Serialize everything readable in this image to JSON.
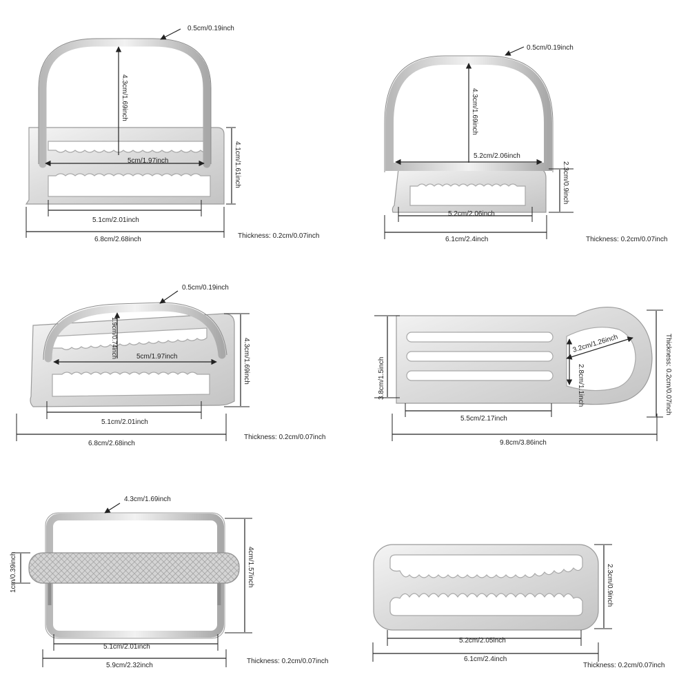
{
  "colors": {
    "metal_light": "#eeeeee",
    "metal_mid": "#d2d2d2",
    "metal_dark": "#a9a9a9",
    "line": "#222222"
  },
  "buckles": [
    {
      "id": "d-ring-buckle-a",
      "labels": {
        "ring_diameter": "0.5cm/0.19inch",
        "ring_height": "4.3cm/1.69inch",
        "plate_height": "4.1cm/1.61inch",
        "ring_width": "5cm/1.97inch",
        "slot_width": "5.1cm/2.01inch",
        "total_width": "6.8cm/2.68inch",
        "thickness": "Thickness: 0.2cm/0.07inch"
      }
    },
    {
      "id": "d-ring-buckle-b",
      "labels": {
        "ring_diameter": "0.5cm/0.19inch",
        "ring_height": "4.3cm/1.69inch",
        "ring_width": "5.2cm/2.06inch",
        "plate_height": "2.3cm/0.9inch",
        "slot_width": "5.2cm/2.06inch",
        "total_width": "6.1cm/2.4inch",
        "thickness": "Thickness: 0.2cm/0.07inch"
      }
    },
    {
      "id": "bent-d-ring-buckle",
      "labels": {
        "ring_diameter": "0.5cm/0.19inch",
        "ring_height": "1.9cm/0.74inch",
        "plate_height": "4.3cm/1.69inch",
        "ring_width": "5cm/1.97inch",
        "slot_width": "5.1cm/2.01inch",
        "total_width": "6.8cm/2.68inch",
        "thickness": "Thickness: 0.2cm/0.07inch"
      }
    },
    {
      "id": "crotch-strap-plate",
      "labels": {
        "plate_height": "3.8cm/1.5inch",
        "loop_length": "3.2cm/1.26inch",
        "loop_height": "2.8cm/1.1inch",
        "slot_width": "5.5cm/2.17inch",
        "total_width": "9.8cm/3.86inch",
        "thickness": "Thickness: 0.2cm/0.07inch"
      }
    },
    {
      "id": "roller-buckle",
      "labels": {
        "frame_width": "4.3cm/1.69inch",
        "roller_height": "1cm/0.39inch",
        "frame_height": "4cm/1.57inch",
        "inner_width": "5.1cm/2.01inch",
        "total_width": "5.9cm/2.32inch",
        "thickness": "Thickness: 0.2cm/0.07inch"
      }
    },
    {
      "id": "weight-belt-keeper",
      "labels": {
        "plate_height": "2.3cm/0.9inch",
        "slot_width": "5.2cm/2.05inch",
        "total_width": "6.1cm/2.4inch",
        "thickness": "Thickness: 0.2cm/0.07inch"
      }
    }
  ]
}
